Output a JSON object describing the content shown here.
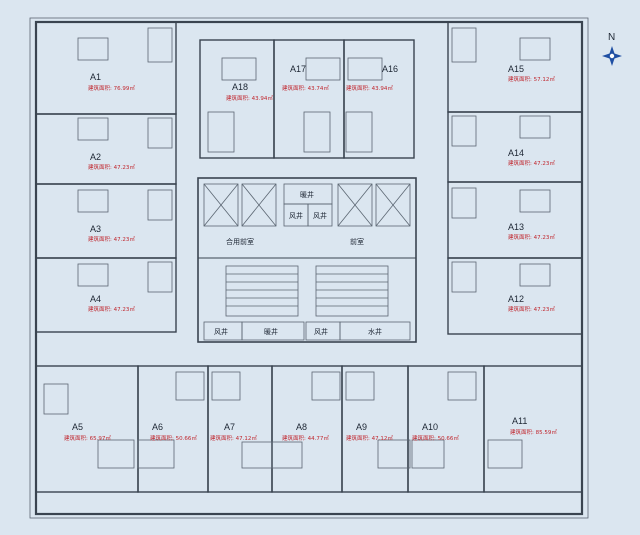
{
  "rooms": [
    {
      "id": "A1",
      "area_text": "建筑面积: 76.99㎡"
    },
    {
      "id": "A2",
      "area_text": "建筑面积: 47.23㎡"
    },
    {
      "id": "A3",
      "area_text": "建筑面积: 47.23㎡"
    },
    {
      "id": "A4",
      "area_text": "建筑面积: 47.23㎡"
    },
    {
      "id": "A5",
      "area_text": "建筑面积: 65.97㎡"
    },
    {
      "id": "A6",
      "area_text": "建筑面积: 50.66㎡"
    },
    {
      "id": "A7",
      "area_text": "建筑面积: 47.12㎡"
    },
    {
      "id": "A8",
      "area_text": "建筑面积: 44.77㎡"
    },
    {
      "id": "A9",
      "area_text": "建筑面积: 47.12㎡"
    },
    {
      "id": "A10",
      "area_text": "建筑面积: 50.66㎡"
    },
    {
      "id": "A11",
      "area_text": "建筑面积: 85.59㎡"
    },
    {
      "id": "A12",
      "area_text": "建筑面积: 47.23㎡"
    },
    {
      "id": "A13",
      "area_text": "建筑面积: 47.23㎡"
    },
    {
      "id": "A14",
      "area_text": "建筑面积: 47.23㎡"
    },
    {
      "id": "A15",
      "area_text": "建筑面积: 57.12㎡"
    },
    {
      "id": "A16",
      "area_text": "建筑面积: 43.94㎡"
    },
    {
      "id": "A17",
      "area_text": "建筑面积: 43.74㎡"
    },
    {
      "id": "A18",
      "area_text": "建筑面积: 43.94㎡"
    }
  ],
  "core": {
    "shared_lobby": "合用前室",
    "lobby": "前室",
    "shaft_top": "暖井",
    "air_shaft": "风井",
    "heating_shaft": "暖井",
    "water_shaft": "水井"
  },
  "compass": {
    "label": "N"
  },
  "colors": {
    "background": "#dbe6f0",
    "line": "#3a4450",
    "area_text": "#c0262d",
    "compass_fill": "#1f4fa3"
  }
}
